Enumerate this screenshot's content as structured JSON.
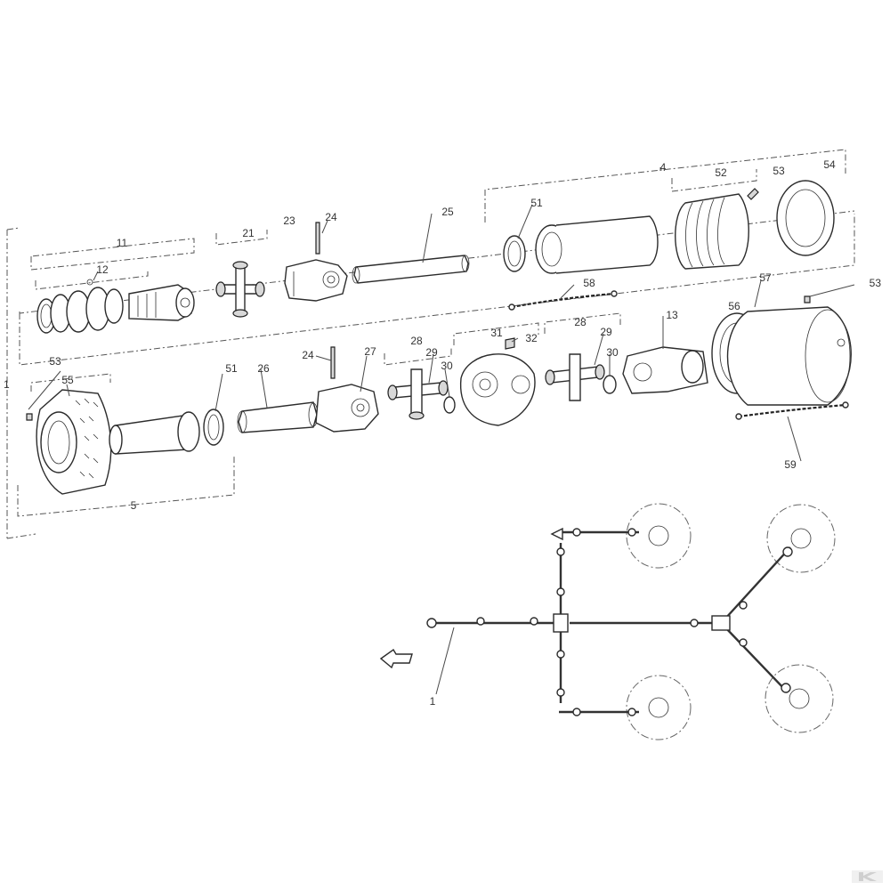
{
  "diagram": {
    "callouts": {
      "c1": "1",
      "c4": "4",
      "c5": "5",
      "c11": "11",
      "c12": "12",
      "c13": "13",
      "c21": "21",
      "c23": "23",
      "c24a": "24",
      "c24b": "24",
      "c25": "25",
      "c26": "26",
      "c27": "27",
      "c28a": "28",
      "c28b": "28",
      "c29a": "29",
      "c29b": "29",
      "c30a": "30",
      "c30b": "30",
      "c31": "31",
      "c32": "32",
      "c51a": "51",
      "c51b": "51",
      "c52": "52",
      "c53a": "53",
      "c53b": "53",
      "c53c": "53",
      "c54": "54",
      "c55": "55",
      "c56": "56",
      "c57": "57",
      "c58": "58",
      "c59": "59",
      "c1b": "1"
    }
  },
  "colors": {
    "line": "#2c2c2c",
    "background": "#ffffff"
  },
  "logo": {
    "mark": "K"
  }
}
